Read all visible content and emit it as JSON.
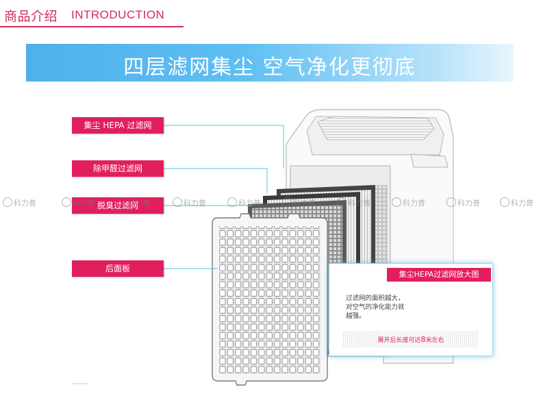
{
  "header": {
    "title_cn": "商品介绍",
    "title_en": "INTRODUCTION"
  },
  "banner": {
    "title": "四层滤网集尘 空气净化更彻底"
  },
  "labels": [
    {
      "text": "集尘 HEPA 过滤网"
    },
    {
      "text": "除甲醛过滤网"
    },
    {
      "text": "脱臭过滤网"
    },
    {
      "text": "后面板"
    }
  ],
  "watermark": {
    "text": "科力普"
  },
  "zoom": {
    "title": "集尘HEPA过滤网放大图",
    "desc_lines": [
      "过滤网的面积越大，",
      "对空气的净化能力就",
      "越强。"
    ],
    "caption_pre": "展开后长度可达",
    "caption_num": "8",
    "caption_post": "米左右"
  },
  "colors": {
    "accent": "#e21f5d",
    "banner_blue": "#4fb0ec",
    "leader_line": "#5bc0de"
  }
}
